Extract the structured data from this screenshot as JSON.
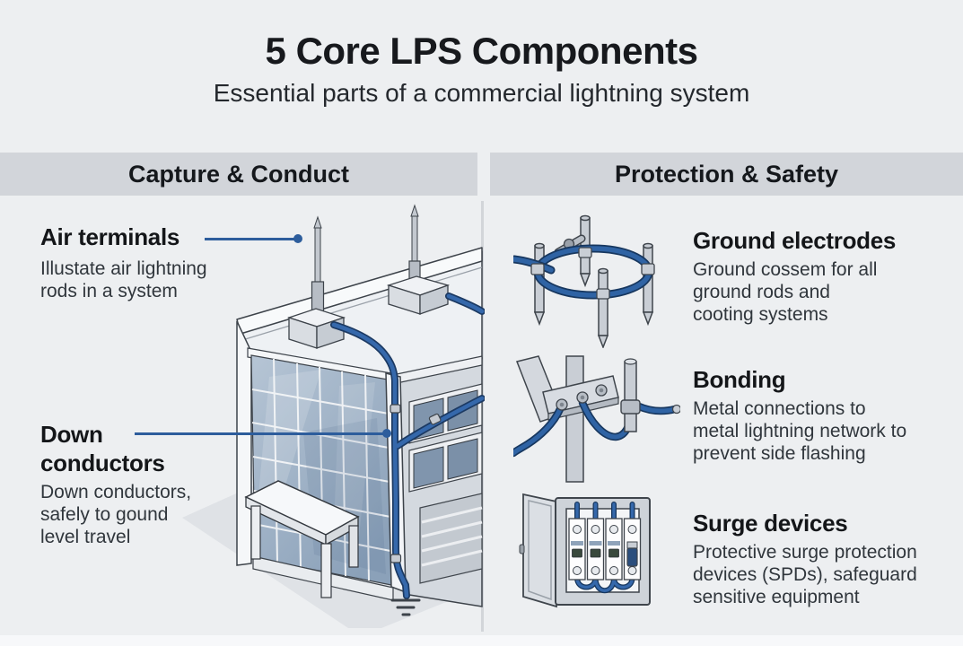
{
  "header": {
    "title": "5 Core LPS Components",
    "subtitle": "Essential parts of a commercial lightning system"
  },
  "columns": {
    "left": {
      "header": "Capture & Conduct"
    },
    "right": {
      "header": "Protection & Safety"
    }
  },
  "left_items": [
    {
      "title": "Air terminals",
      "description": "Illustate air lightning\nrods in a system"
    },
    {
      "title": "Down\nconductors",
      "description": "Down conductors,\nsafely to gound\nlevel travel"
    }
  ],
  "right_items": [
    {
      "title": "Ground electrodes",
      "description": "Ground cossem for all\nground rods and\ncooting systems",
      "icon": "ground-ring-electrodes-icon"
    },
    {
      "title": "Bonding",
      "description": "Metal connections to\nmetal lightning network to\nprevent side flashing",
      "icon": "bonding-clamp-icon"
    },
    {
      "title": "Surge devices",
      "description": "Protective surge protection\ndevices (SPDs), safeguard\nsensitive equipment",
      "icon": "surge-protection-panel-icon"
    }
  ],
  "illustrations": {
    "left_panel": "isometric-building-with-air-terminals-and-down-conductor",
    "right_panel_icons": [
      "ground-ring-electrodes-icon",
      "bonding-clamp-icon",
      "surge-protection-panel-icon"
    ]
  },
  "colors": {
    "background": "#edeff1",
    "column_header_bar": "#d2d5da",
    "accent_blue_conductor": "#2d5d9c",
    "metal_gray": "#c8cdd4",
    "glass_blue": "#8ea4bc"
  }
}
